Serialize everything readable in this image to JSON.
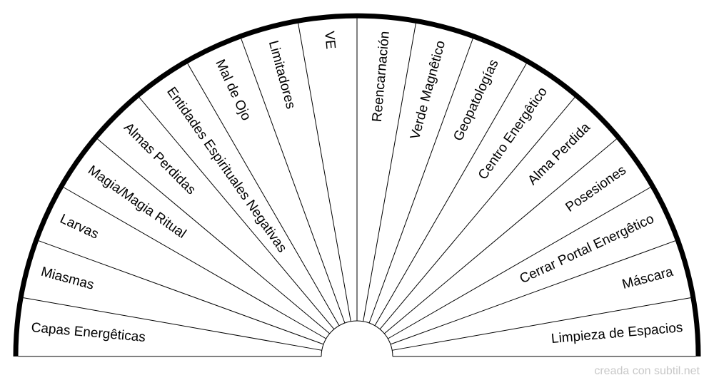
{
  "chart_data": {
    "type": "pie",
    "shape": "semicircle-fan",
    "sectors": [
      "Capas Energêticas",
      "Miasmas",
      "Larvas",
      "Magia/Magia Ritual",
      "Almas Perdidas",
      "Entidades Espirituales Negativas",
      "Mal de Ojo",
      "Limitadores",
      "VE",
      "Reencarnación",
      "Verde Magnêtico",
      "Geopatologías",
      "Centro Energêtico",
      "Alma Perdida",
      "Posesiones",
      "Cerrar Portal Energêtico",
      "Máscara",
      "Limpieza de Espacios"
    ],
    "colors": {
      "stroke": "#000000",
      "fill": "#ffffff",
      "credit": "#c8c8c8"
    }
  },
  "footer": {
    "credit": "creada con subtil.net"
  }
}
